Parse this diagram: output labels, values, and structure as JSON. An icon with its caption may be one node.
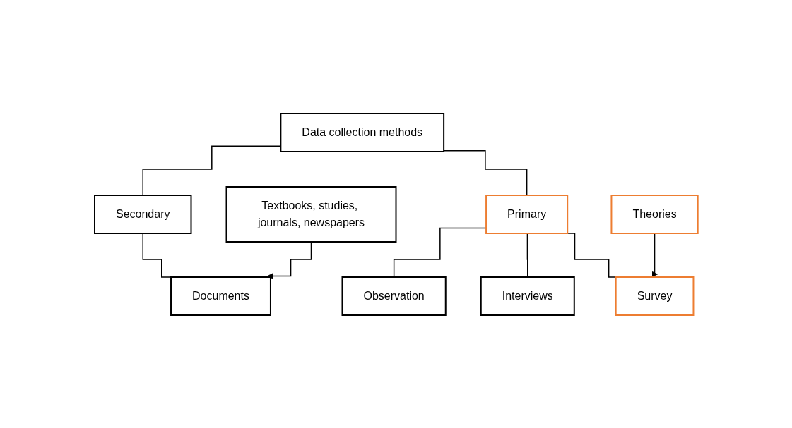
{
  "diagram": {
    "nodes": [
      {
        "text": [
          "Data collection methods"
        ]
      },
      {
        "text": [
          "Secondary"
        ]
      },
      {
        "text": [
          "Primary"
        ]
      },
      {
        "text": [
          "Documents"
        ]
      },
      {
        "text": [
          "Observation"
        ]
      },
      {
        "text": [
          "Interviews"
        ]
      },
      {
        "text": [
          "Survey"
        ]
      },
      {
        "text": [
          "Textbooks, studies, journals, newspapers"
        ]
      },
      {
        "text": [
          "Theories"
        ]
      }
    ],
    "edges": [
      {
        "from": 0,
        "to": 1,
        "arrow": "none"
      },
      {
        "from": 0,
        "to": 2,
        "arrow": "none"
      },
      {
        "from": 1,
        "to": 3,
        "arrow": "none"
      },
      {
        "from": 2,
        "to": 4,
        "arrow": "none"
      },
      {
        "from": 2,
        "to": 5,
        "arrow": "none"
      },
      {
        "from": 2,
        "to": 6,
        "arrow": "none"
      },
      {
        "from": 7,
        "to": 3,
        "arrow": "to"
      },
      {
        "from": 8,
        "to": 6,
        "arrow": "to"
      }
    ]
  }
}
